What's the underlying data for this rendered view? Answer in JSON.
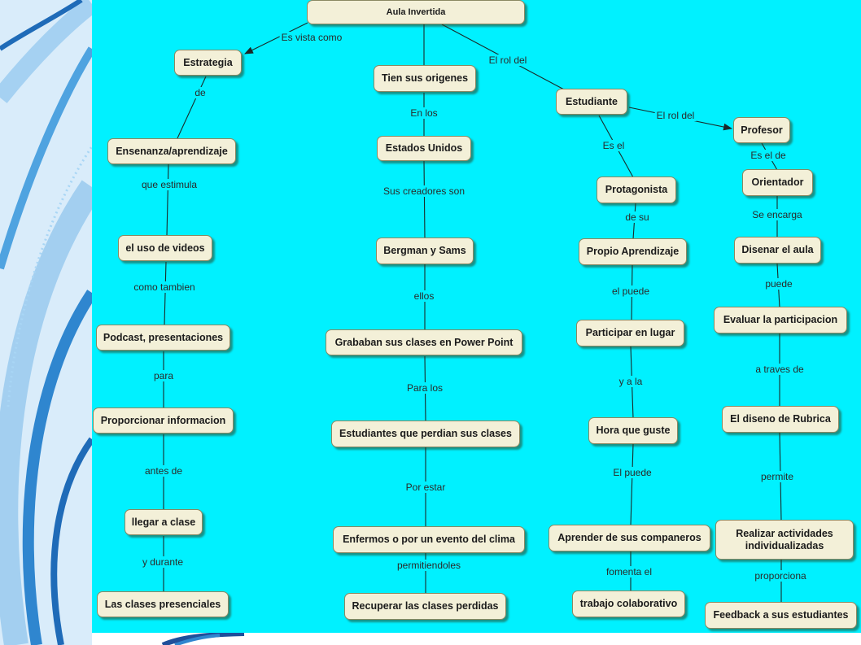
{
  "colors": {
    "panel": "#00f1ff",
    "node_fill": "#f3f0d8",
    "node_border": "#8a8862",
    "line": "#1a2a2a",
    "deco_blue": "#2f86cf"
  },
  "nodes": {
    "aula": "Aula Invertida",
    "estrategia": "Estrategia",
    "ensenanza": "Ensenanza/aprendizaje",
    "videos": "el uso de videos",
    "podcast": "Podcast, presentaciones",
    "proporcionar": "Proporcionar informacion",
    "llegar": "llegar a clase",
    "presenciales": "Las clases presenciales",
    "origenes": "Tien sus origenes",
    "eeuu": "Estados Unidos",
    "bergman": "Bergman y Sams",
    "grababan": "Grababan sus clases en Power Point",
    "perdian": "Estudiantes que perdian sus clases",
    "enfermos": "Enfermos o por un evento del clima",
    "recuperar": "Recuperar las clases perdidas",
    "estudiante": "Estudiante",
    "protagonista": "Protagonista",
    "propio": "Propio Aprendizaje",
    "participar": "Participar en lugar",
    "hora": "Hora que guste",
    "aprender": "Aprender de sus companeros",
    "colaborativo": "trabajo colaborativo",
    "profesor": "Profesor",
    "orientador": "Orientador",
    "disenar": "Disenar el aula",
    "evaluar": "Evaluar la participacion",
    "rubrica": "El diseno de Rubrica",
    "realizar_1": "Realizar actividades",
    "realizar_2": "individualizadas",
    "feedback": "Feedback a sus estudiantes"
  },
  "links": {
    "es_vista_como": "Es vista como",
    "el_rol_del_1": "El rol del",
    "de": "de",
    "que_estimula": "que estimula",
    "como_tambien": "como tambien",
    "para": "para",
    "antes_de": "antes de",
    "y_durante": "y durante",
    "en_los": "En los",
    "sus_creadores_son": "Sus creadores son",
    "ellos": "ellos",
    "para_los": "Para los",
    "por_estar": "Por estar",
    "permitiendoles": "permitiendoles",
    "es_el": "Es el",
    "el_rol_del_2": "El rol del",
    "de_su": "de su",
    "el_puede_1": "el puede",
    "y_a_la": "y a la",
    "el_puede_2": "El puede",
    "fomenta_el": "fomenta el",
    "es_el_de": "Es el de",
    "se_encarga": "Se encarga",
    "puede": "puede",
    "a_traves_de": "a traves de",
    "permite": "permite",
    "proporciona": "proporciona"
  }
}
